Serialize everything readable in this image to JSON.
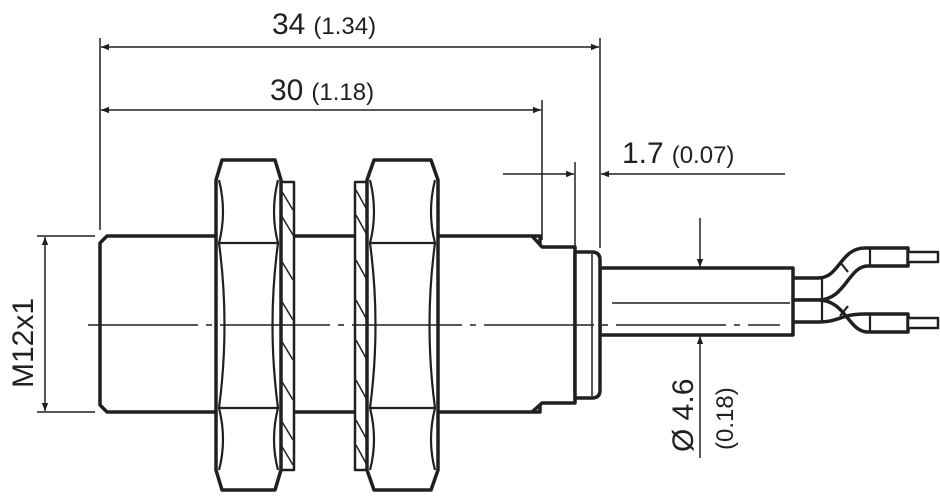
{
  "dimensions": {
    "overall_length": {
      "value": "34",
      "inch": "(1.34)"
    },
    "body_length": {
      "value": "30",
      "inch": "(1.18)"
    },
    "cap_length": {
      "value": "1.7",
      "inch": "(0.07)"
    },
    "thread": {
      "value": "M12x1"
    },
    "cable_diameter": {
      "value": "Ø 4.6",
      "inch": "(0.18)"
    }
  },
  "colors": {
    "line": "#231f20",
    "background": "#ffffff"
  }
}
